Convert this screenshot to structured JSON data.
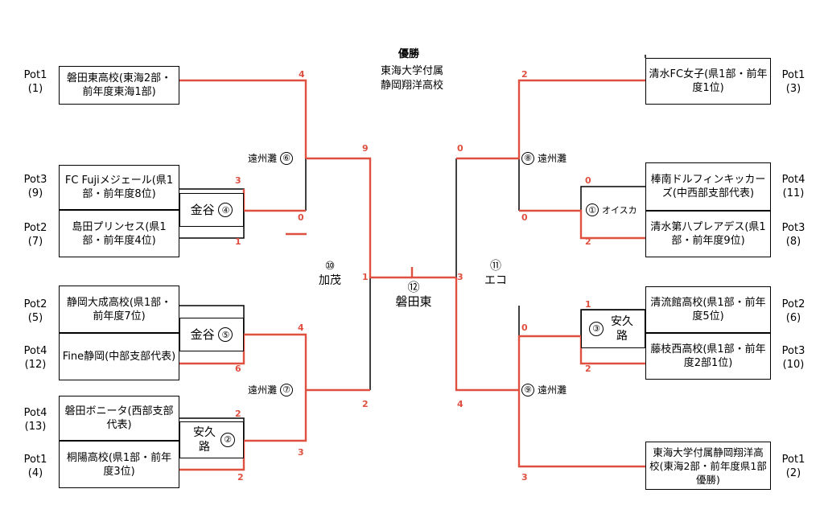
{
  "title": "優勝",
  "champion": [
    "東海大学付属",
    "静岡翔洋高校"
  ],
  "teams": {
    "L1": {
      "name": "磐田東高校(東海2部・前年度東海1部)",
      "pot": "Pot1",
      "seed": "(1)"
    },
    "L2": {
      "name": "FC Fujiメジェール(県1部・前年度8位)",
      "pot": "Pot3",
      "seed": "(9)"
    },
    "L3": {
      "name": "島田プリンセス(県1部・前年度4位)",
      "pot": "Pot2",
      "seed": "(7)"
    },
    "L4": {
      "name": "静岡大成高校(県1部・前年度7位)",
      "pot": "Pot2",
      "seed": "(5)"
    },
    "L5": {
      "name": "Fine静岡(中部支部代表)",
      "pot": "Pot4",
      "seed": "(12)"
    },
    "L6": {
      "name": "磐田ボニータ(西部支部代表)",
      "pot": "Pot4",
      "seed": "(13)"
    },
    "L7": {
      "name": "桐陽高校(県1部・前年度3位)",
      "pot": "Pot1",
      "seed": "(4)"
    },
    "R1": {
      "name": "清水FC女子(県1部・前年度1位)",
      "pot": "Pot1",
      "seed": "(3)"
    },
    "R2": {
      "name": "棒南ドルフィンキッカーズ(中西部支部代表)",
      "pot": "Pot4",
      "seed": "(11)"
    },
    "R3": {
      "name": "清水第八プレアデス(県1部・前年度9位)",
      "pot": "Pot3",
      "seed": "(8)"
    },
    "R4": {
      "name": "清流館高校(県1部・前年度5位)",
      "pot": "Pot2",
      "seed": "(6)"
    },
    "R5": {
      "name": "藤枝西高校(県1部・前年度2部1位)",
      "pot": "Pot3",
      "seed": "(10)"
    },
    "R6": {
      "name": "東海大学付属静岡翔洋高校(東海2部・前年度県1部優勝)",
      "pot": "Pot1",
      "seed": "(2)"
    }
  },
  "venues": {
    "m1": {
      "num": "①",
      "name": "オイスカ"
    },
    "m2": {
      "num": "②",
      "name": "安久路"
    },
    "m3": {
      "num": "③",
      "name": "安久路"
    },
    "m4": {
      "num": "④",
      "name": "金谷"
    },
    "m5": {
      "num": "⑤",
      "name": "金谷"
    },
    "m6": {
      "num": "⑥",
      "name": "遠州灘"
    },
    "m7": {
      "num": "⑦",
      "name": "遠州灘"
    },
    "m8": {
      "num": "⑧",
      "name": "遠州灘"
    },
    "m9": {
      "num": "⑨",
      "name": "遠州灘"
    },
    "m10": {
      "num": "⑩",
      "name": "加茂"
    },
    "m11": {
      "num": "⑪",
      "name": "エコ"
    },
    "m12": {
      "num": "⑫",
      "name": "磐田東"
    }
  },
  "scores": {
    "s1": "4",
    "s2": "3",
    "s3": "1",
    "s4": "0",
    "s5": "9",
    "s6": "1",
    "s7": "4",
    "s8": "6",
    "s9": "2",
    "s10": "2",
    "s11": "3",
    "s12": "2",
    "s13": "0",
    "s14": "0",
    "s15": "0",
    "s16": "2",
    "s17": "2",
    "s18": "3",
    "s19": "1",
    "s20": "0",
    "s21": "2",
    "s22": "4",
    "s23": "3"
  },
  "colors": {
    "winner_line": "#e05040",
    "line": "#000000"
  }
}
